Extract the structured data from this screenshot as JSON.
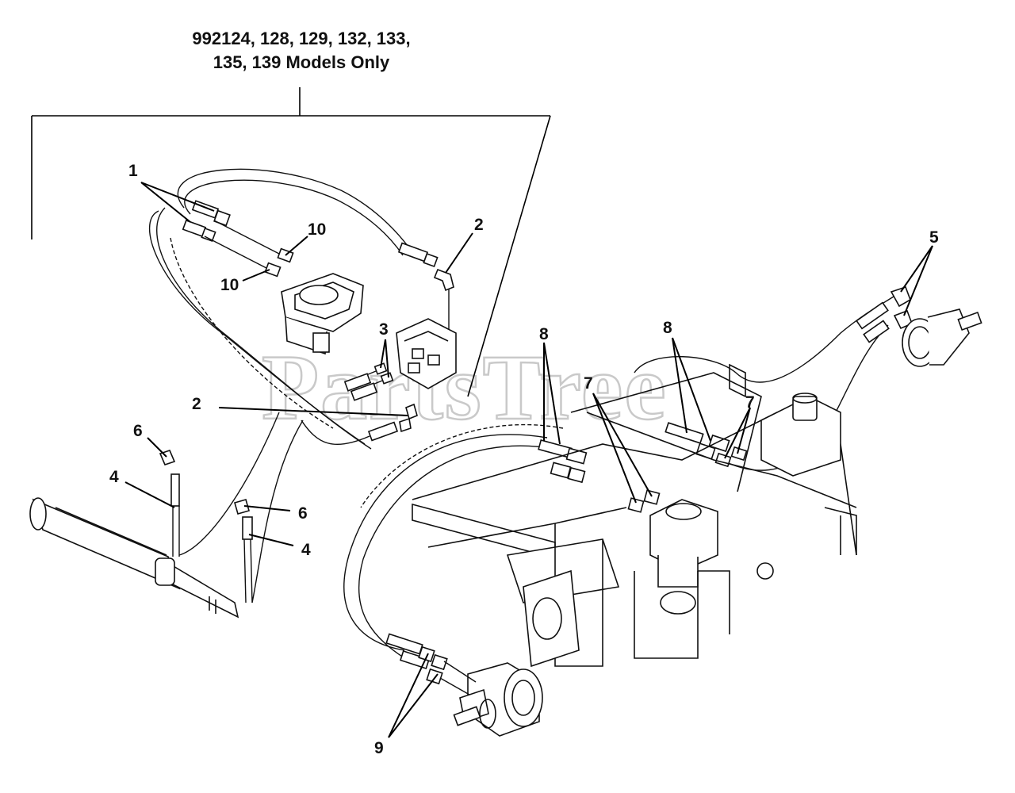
{
  "header": {
    "line1": "992124, 128, 129, 132, 133,",
    "line2": "135, 139 Models Only"
  },
  "watermark": {
    "text": "PartsTree"
  },
  "callouts": {
    "c1": "1",
    "c2a": "2",
    "c2b": "2",
    "c3": "3",
    "c4a": "4",
    "c4b": "4",
    "c5": "5",
    "c6a": "6",
    "c6b": "6",
    "c7a": "7",
    "c7b": "7",
    "c8a": "8",
    "c8b": "8",
    "c9": "9",
    "c10a": "10",
    "c10b": "10"
  },
  "colors": {
    "line": "#111111",
    "background": "#ffffff",
    "watermark": "#c9c9c9"
  }
}
